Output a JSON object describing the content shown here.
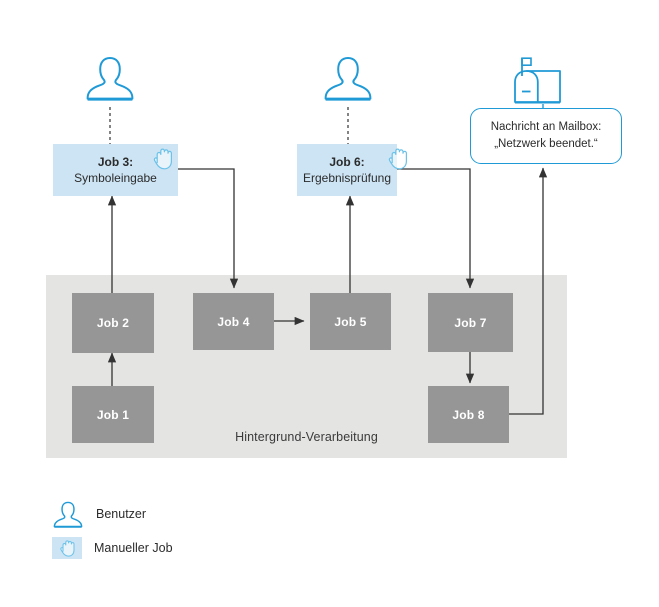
{
  "diagram": {
    "title": "Hintergrund-Verarbeitung",
    "background_band_label": "Hintergrund-Verarbeitung",
    "colors": {
      "manual_job_fill": "#cce4f4",
      "background_job_fill": "#969696",
      "band_fill": "#e4e4e3",
      "accent_blue": "#1f9ad6",
      "connector": "#333333"
    }
  },
  "background_jobs": [
    {
      "id": "job-1",
      "label": "Job 1"
    },
    {
      "id": "job-2",
      "label": "Job 2"
    },
    {
      "id": "job-4",
      "label": "Job 4"
    },
    {
      "id": "job-5",
      "label": "Job 5"
    },
    {
      "id": "job-7",
      "label": "Job 7"
    },
    {
      "id": "job-8",
      "label": "Job 8"
    }
  ],
  "manual_jobs": [
    {
      "id": "job-3",
      "title": "Job 3:",
      "subtitle": "Symboleingabe",
      "icon": "hand-icon"
    },
    {
      "id": "job-6",
      "title": "Job 6:",
      "subtitle": "Ergebnisprüfung",
      "icon": "hand-icon"
    }
  ],
  "actors": [
    {
      "id": "user-1",
      "icon": "user-icon"
    },
    {
      "id": "user-2",
      "icon": "user-icon"
    }
  ],
  "mailbox": {
    "icon": "mailbox-icon",
    "callout_line_1": "Nachricht an Mailbox:",
    "callout_line_2": "„Netzwerk  beendet.“"
  },
  "legend": {
    "items": [
      {
        "id": "legend-user",
        "icon": "user-icon",
        "label": "Benutzer"
      },
      {
        "id": "legend-manual",
        "icon": "hand-icon",
        "label": "Manueller Job"
      }
    ]
  }
}
